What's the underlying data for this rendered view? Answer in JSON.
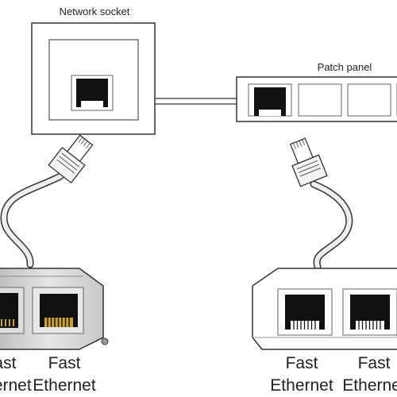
{
  "labels": {
    "network_socket": "Network socket",
    "patch_panel": "Patch panel",
    "left_port1_line1": "Fast",
    "left_port1_line2": "Ethernet",
    "left_port2_line1": "Fast",
    "left_port2_line2": "Ethernet",
    "right_port1_line1": "Fast",
    "right_port1_line2": "Ethernet",
    "right_port2_line1": "Fast",
    "right_port2_line2": "Ethernet"
  },
  "colors": {
    "outline": "#333333",
    "panel_fill": "#ffffff",
    "box_fill": "#f2f2f2",
    "jack_black": "#111111",
    "gold_pins": "#c9a227",
    "cable_fill": "#e8e8e8"
  },
  "icons": {
    "socket_jack": "rj45-port-icon",
    "patch_jack": "rj45-port-icon",
    "connector": "rj45-plug-icon"
  }
}
